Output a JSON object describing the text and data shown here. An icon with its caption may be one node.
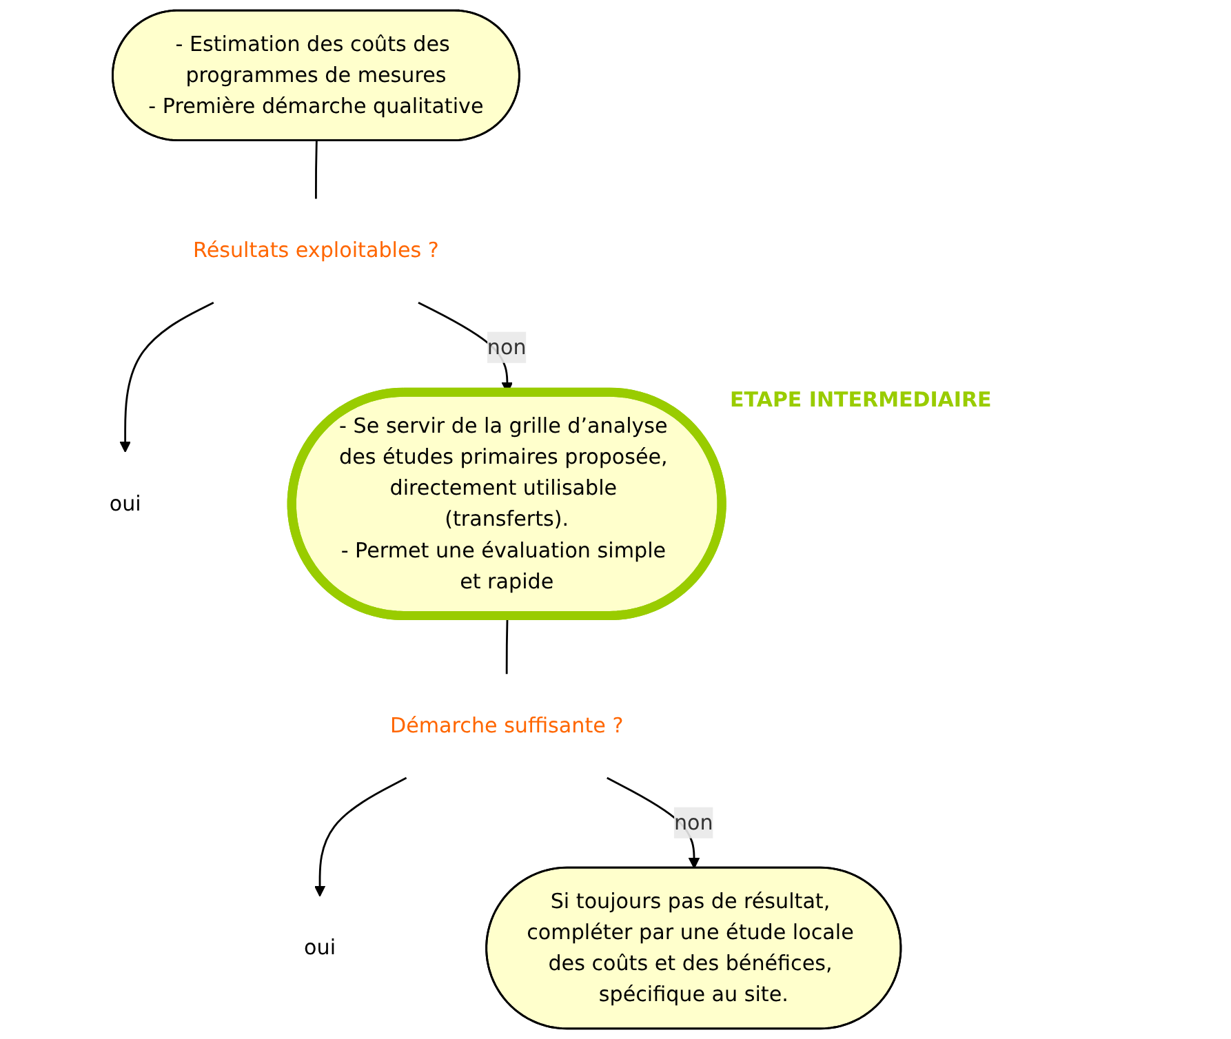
{
  "diagram": {
    "nodes": [
      {
        "text": [
          "- Estimation des coûts des programmes de mesures",
          "- Première démarche qualitative"
        ]
      },
      {
        "text": [
          "Résultats exploitables ?"
        ]
      },
      {
        "text": [
          "oui"
        ]
      },
      {
        "text": [
          "- Se servir de la grille d’analyse des études primaires proposée, directement utilisable (transferts).",
          "- Permet une évaluation simple et rapide"
        ],
        "beside": [
          "ETAPE INTERMEDIAIRE"
        ]
      },
      {
        "text": [
          "Démarche suffisante ?"
        ]
      },
      {
        "text": [
          "oui"
        ]
      },
      {
        "text": [
          "Si toujours pas de résultat, compléter par une étude locale des coûts et des bénéfices, spécifique au site."
        ]
      }
    ],
    "edges": [
      {
        "from": 0,
        "to": 1,
        "arrow": "none"
      },
      {
        "from": 1,
        "to": 2,
        "arrow": "to"
      },
      {
        "from": 1,
        "to": 3,
        "arrow": "to",
        "label": "non"
      },
      {
        "from": 3,
        "to": 4,
        "arrow": "none"
      },
      {
        "from": 4,
        "to": 5,
        "arrow": "to"
      },
      {
        "from": 4,
        "to": 6,
        "arrow": "to",
        "label": "non"
      }
    ]
  }
}
